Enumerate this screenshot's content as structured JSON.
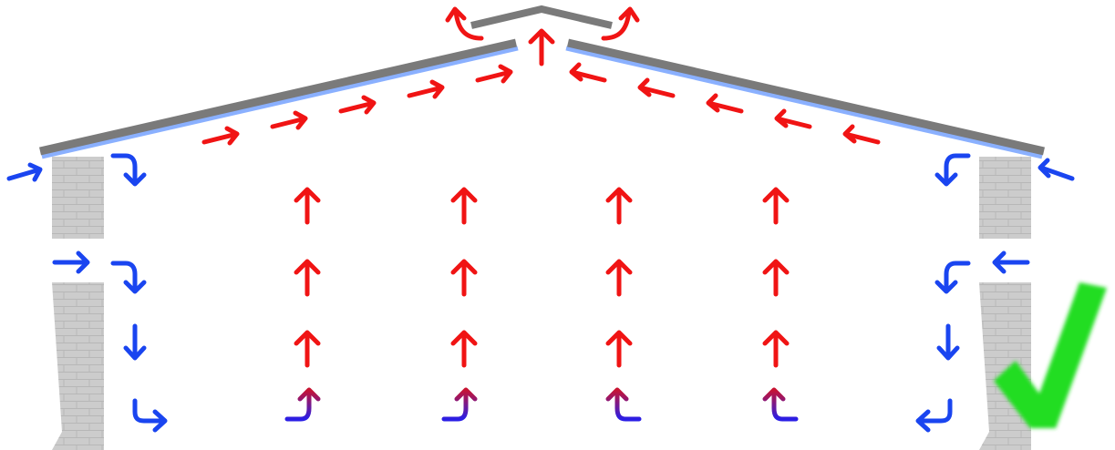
{
  "diagram": {
    "colors": {
      "roof": "#7a7a7a",
      "roof_underlay": "#8ab0ff",
      "wall_fill": "#cccccc",
      "wall_joints": "#b7b7b7",
      "cool_air": "#1a45f0",
      "warm_air": "#f01414",
      "check_mark": "#22dd22"
    },
    "icons": {
      "cool_airflow": "blue-arrow",
      "warm_airflow": "red-arrow",
      "transition_airflow": "purple-gradient-arrow",
      "approval": "green-check-mark"
    }
  }
}
